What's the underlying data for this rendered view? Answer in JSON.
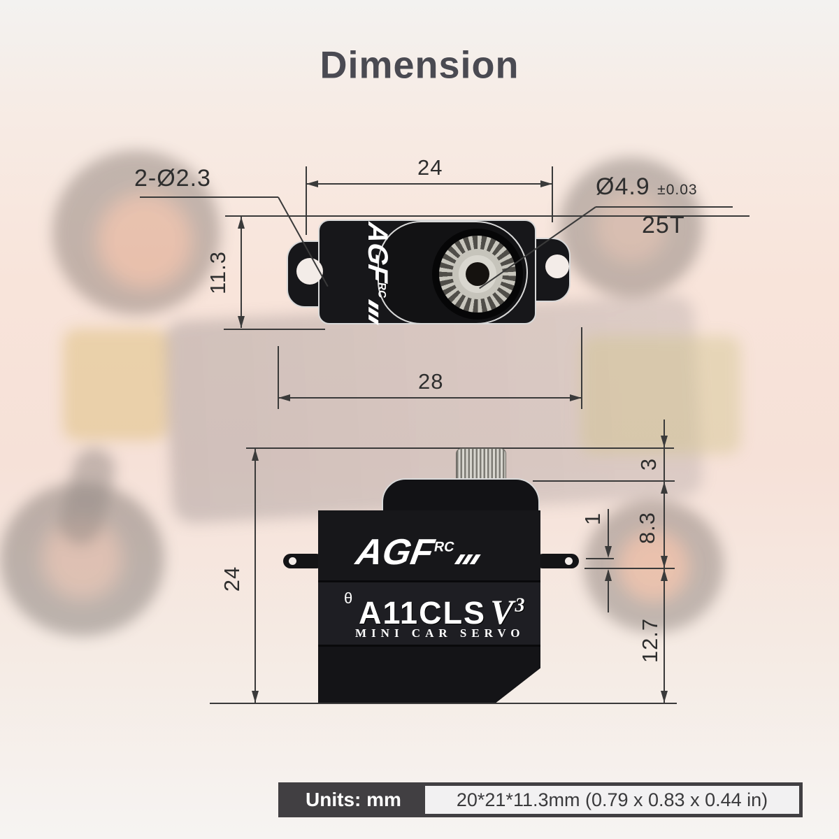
{
  "title": "Dimension",
  "top_view": {
    "dim_width_top": "24",
    "dim_holes": "2-Ø2.3",
    "dim_spline_diameter": "Ø4.9",
    "dim_spline_tolerance": "±0.03",
    "dim_spline_teeth": "25T",
    "dim_height": "11.3",
    "dim_width_bottom": "28",
    "logo_text": "AGF",
    "logo_sub": "RC"
  },
  "side_view": {
    "dim_total_height": "24",
    "dim_spline_height": "3",
    "dim_upper_height": "8.3",
    "dim_tab_thickness": "1",
    "dim_lower_height": "12.7",
    "logo_text": "AGF",
    "logo_sub": "RC",
    "badge_theta": "θ",
    "model": "A11CLS",
    "version_letter": "V",
    "version_exponent": "3",
    "subtitle": "MINI CAR SERVO"
  },
  "footer": {
    "units_label": "Units: mm",
    "size_text": "20*21*11.3mm (0.79 x 0.83 x 0.44 in)"
  },
  "colors": {
    "dimension_line": "#3a3a3a",
    "servo_body": "#17171a",
    "accent_trim": "#d9d9d9",
    "footer_dark": "#413f42",
    "footer_light": "#f2f1f2",
    "title_text": "#4a4a52"
  }
}
